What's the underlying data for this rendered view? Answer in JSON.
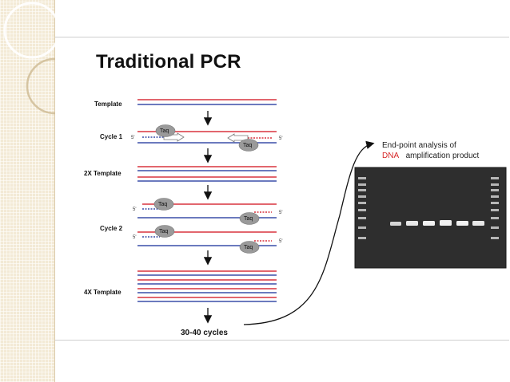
{
  "slide": {
    "title": "Traditional PCR"
  },
  "diagram": {
    "labels": {
      "template": "Template",
      "cycle1": "Cycle 1",
      "template_2x": "2X Template",
      "cycle2": "Cycle 2",
      "template_4x": "4X Template"
    },
    "enzyme": "Taq",
    "end_label": "5'",
    "cycles_text": "30-40 cycles"
  },
  "gel": {
    "caption_line1": "End-point analysis of",
    "caption_dna": "DNA",
    "caption_rest": "amplification product"
  },
  "colors": {
    "red_strand": "#d9333f",
    "blue_strand": "#3a4fa8",
    "taq": "#9a9a9a",
    "gel_bg": "#2e2e2e"
  }
}
